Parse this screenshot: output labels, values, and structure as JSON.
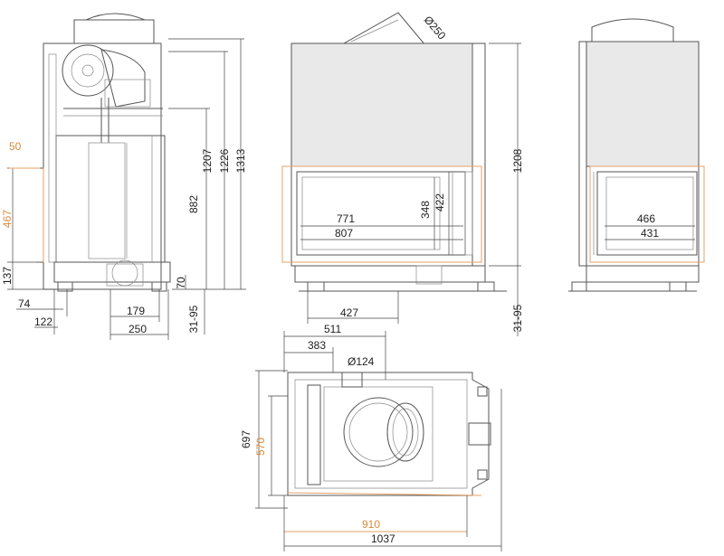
{
  "labels": {
    "d250": "Ø250",
    "d124": "Ø124",
    "v50": "50",
    "v467": "467",
    "v137": "137",
    "v74": "74",
    "v122": "122",
    "v179": "179",
    "v250": "250",
    "v3195a": "31-95",
    "v70": "70",
    "v882": "882",
    "v1207": "1207",
    "v1226": "1226",
    "v1313": "1313",
    "v771": "771",
    "v807": "807",
    "v348": "348",
    "v422": "422",
    "v1208": "1208",
    "v427": "427",
    "v3195b": "31-95",
    "v466": "466",
    "v431": "431",
    "v511": "511",
    "v383": "383",
    "v697": "697",
    "v570": "570",
    "v910": "910",
    "v1037": "1037"
  },
  "colors": {
    "line": "#555555",
    "dimension": "#222222",
    "accent": "#d98a3a"
  }
}
